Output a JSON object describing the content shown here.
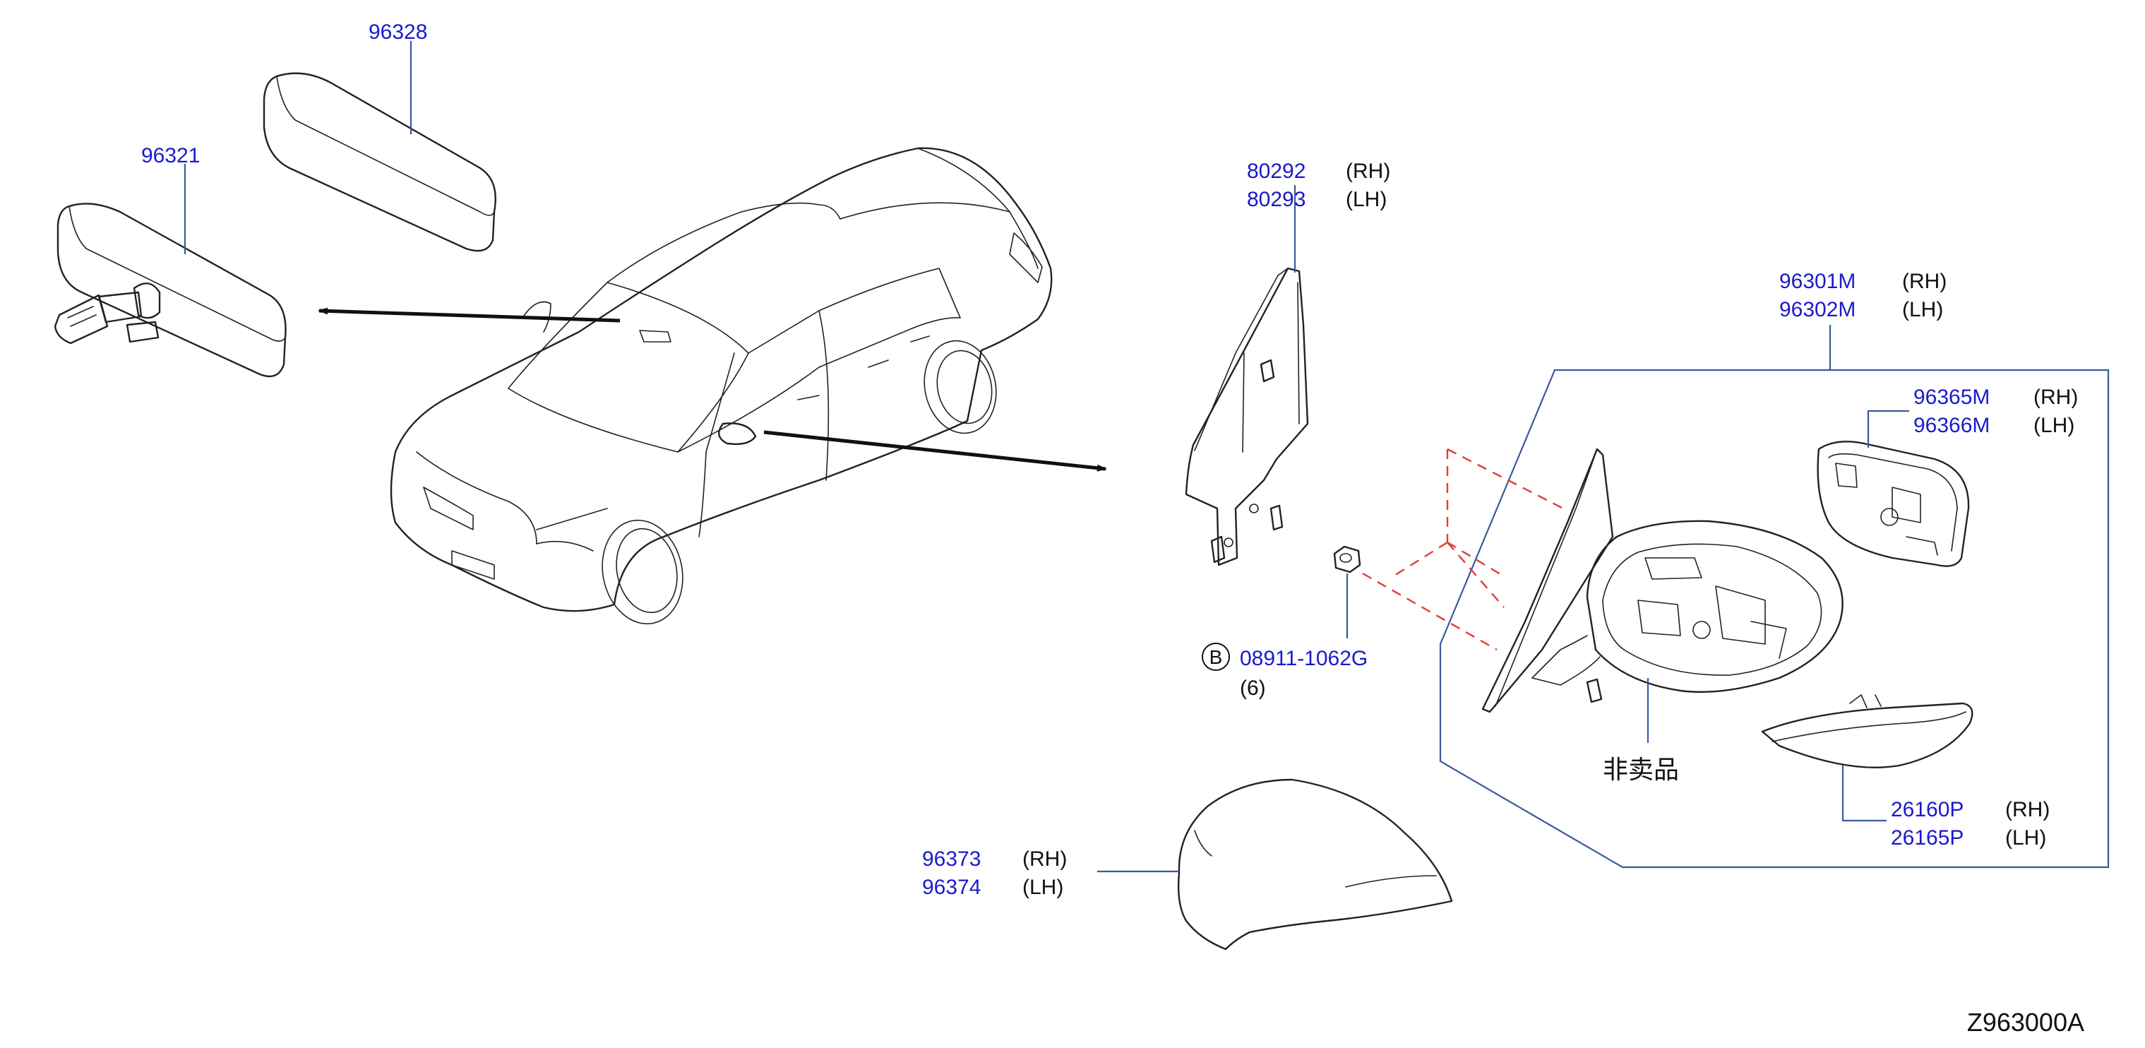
{
  "diagram_ref": "Z963000A",
  "colors": {
    "part_number": "#1a1acc",
    "leader": "#3a5a9a",
    "assembly_dash": "#e43a3a",
    "outline": "#222222"
  },
  "callouts": {
    "inner_mirror_cover": {
      "part_no": "96328"
    },
    "inner_mirror": {
      "part_no": "96321"
    },
    "corner_finisher": {
      "rh_part": "80292",
      "rh_side": "(RH)",
      "lh_part": "80293",
      "lh_side": "(LH)"
    },
    "door_mirror_assy": {
      "rh_part": "96301M",
      "rh_side": "(RH)",
      "lh_part": "96302M",
      "lh_side": "(LH)"
    },
    "mirror_glass": {
      "rh_part": "96365M",
      "rh_side": "(RH)",
      "lh_part": "96366M",
      "lh_side": "(LH)"
    },
    "nut": {
      "badge": "B",
      "part_no": "08911-1062G",
      "qty": "(6)"
    },
    "not_for_sale": {
      "label": "非卖品"
    },
    "turn_lamp": {
      "rh_part": "26160P",
      "rh_side": "(RH)",
      "lh_part": "26165P",
      "lh_side": "(LH)"
    },
    "mirror_cover": {
      "rh_part": "96373",
      "rh_side": "(RH)",
      "lh_part": "96374",
      "lh_side": "(LH)"
    }
  }
}
